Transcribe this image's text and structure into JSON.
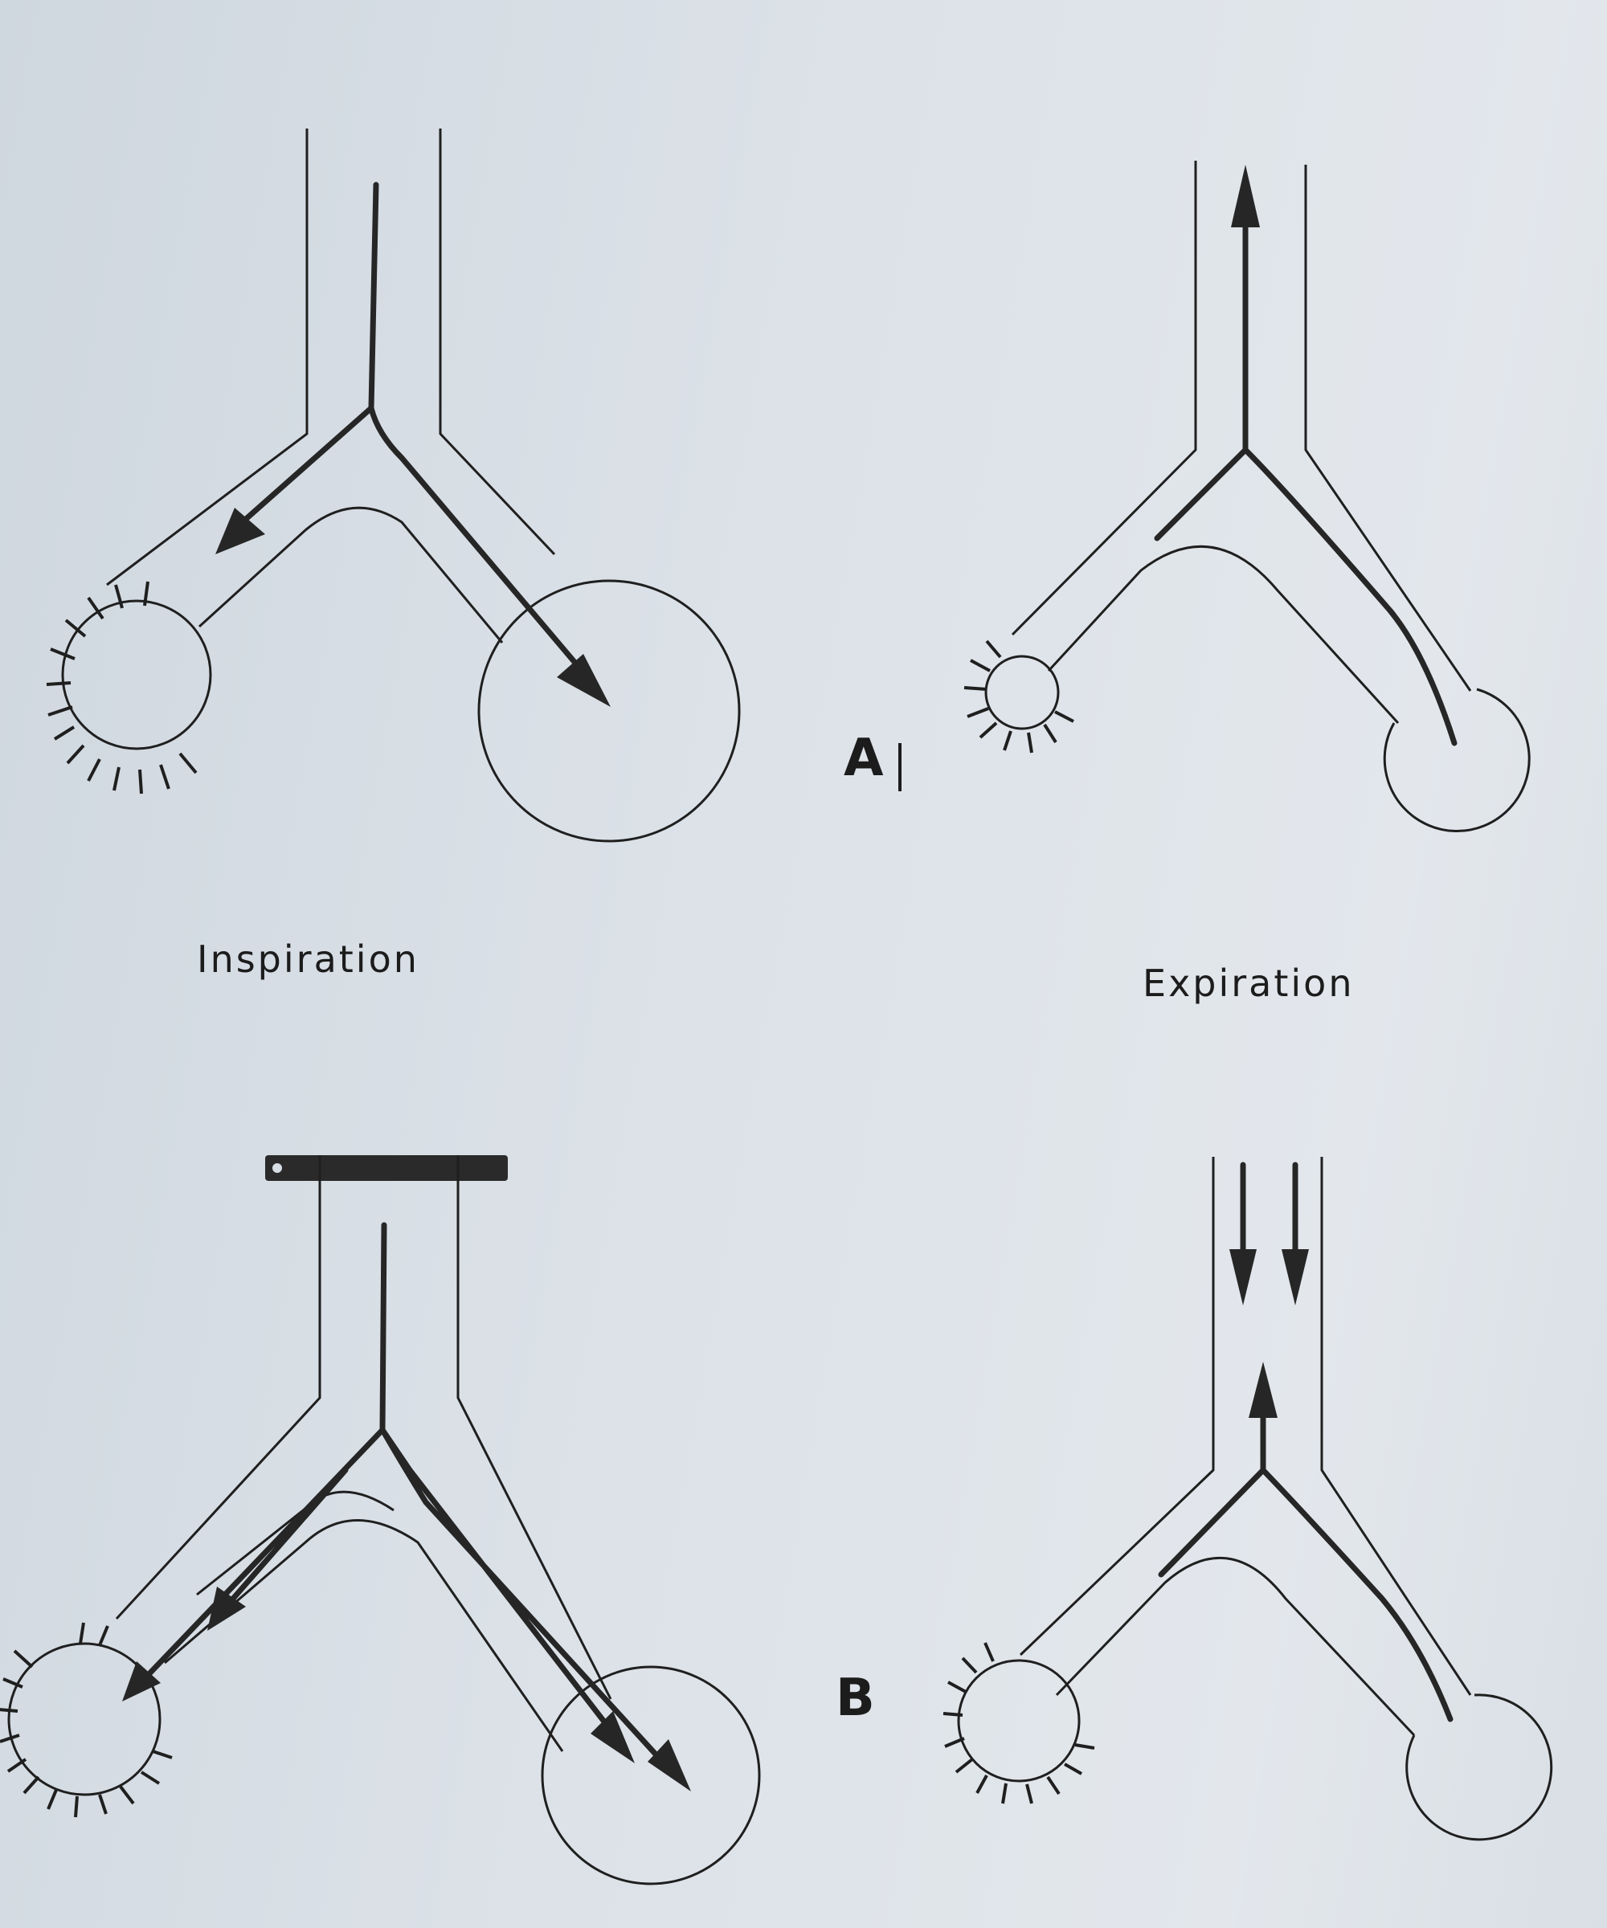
{
  "figure": {
    "part_a_label": "A",
    "part_b_label": "B",
    "caption_inspiration": "Inspiration",
    "caption_expiration": "Expiration"
  }
}
